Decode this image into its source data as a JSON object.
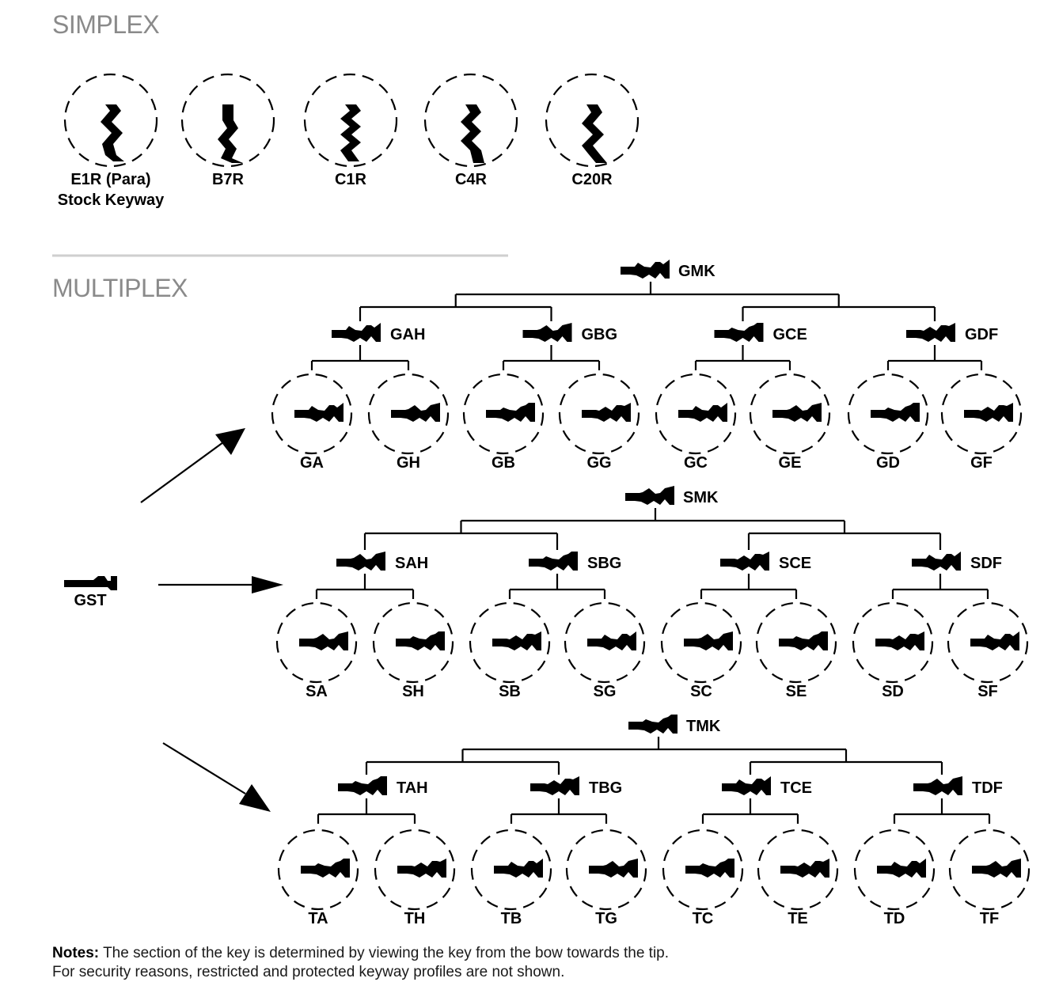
{
  "simplex": {
    "title": "SIMPLEX",
    "keyways": [
      {
        "label": "E1R (Para)",
        "sublabel": "Stock Keyway"
      },
      {
        "label": "B7R"
      },
      {
        "label": "C1R"
      },
      {
        "label": "C4R"
      },
      {
        "label": "C20R"
      }
    ]
  },
  "multiplex": {
    "title": "MULTIPLEX",
    "root": "GST",
    "groups": [
      {
        "master": "GMK",
        "subs": [
          {
            "label": "GAH",
            "children": [
              "GA",
              "GH"
            ]
          },
          {
            "label": "GBG",
            "children": [
              "GB",
              "GG"
            ]
          },
          {
            "label": "GCE",
            "children": [
              "GC",
              "GE"
            ]
          },
          {
            "label": "GDF",
            "children": [
              "GD",
              "GF"
            ]
          }
        ]
      },
      {
        "master": "SMK",
        "subs": [
          {
            "label": "SAH",
            "children": [
              "SA",
              "SH"
            ]
          },
          {
            "label": "SBG",
            "children": [
              "SB",
              "SG"
            ]
          },
          {
            "label": "SCE",
            "children": [
              "SC",
              "SE"
            ]
          },
          {
            "label": "SDF",
            "children": [
              "SD",
              "SF"
            ]
          }
        ]
      },
      {
        "master": "TMK",
        "subs": [
          {
            "label": "TAH",
            "children": [
              "TA",
              "TH"
            ]
          },
          {
            "label": "TBG",
            "children": [
              "TB",
              "TG"
            ]
          },
          {
            "label": "TCE",
            "children": [
              "TC",
              "TE"
            ]
          },
          {
            "label": "TDF",
            "children": [
              "TD",
              "TF"
            ]
          }
        ]
      }
    ]
  },
  "notes": {
    "heading": "Notes:",
    "line1": "The section of the key is determined by viewing the key from the bow towards the tip.",
    "line2": "For security reasons, restricted and protected keyway profiles are not shown."
  }
}
